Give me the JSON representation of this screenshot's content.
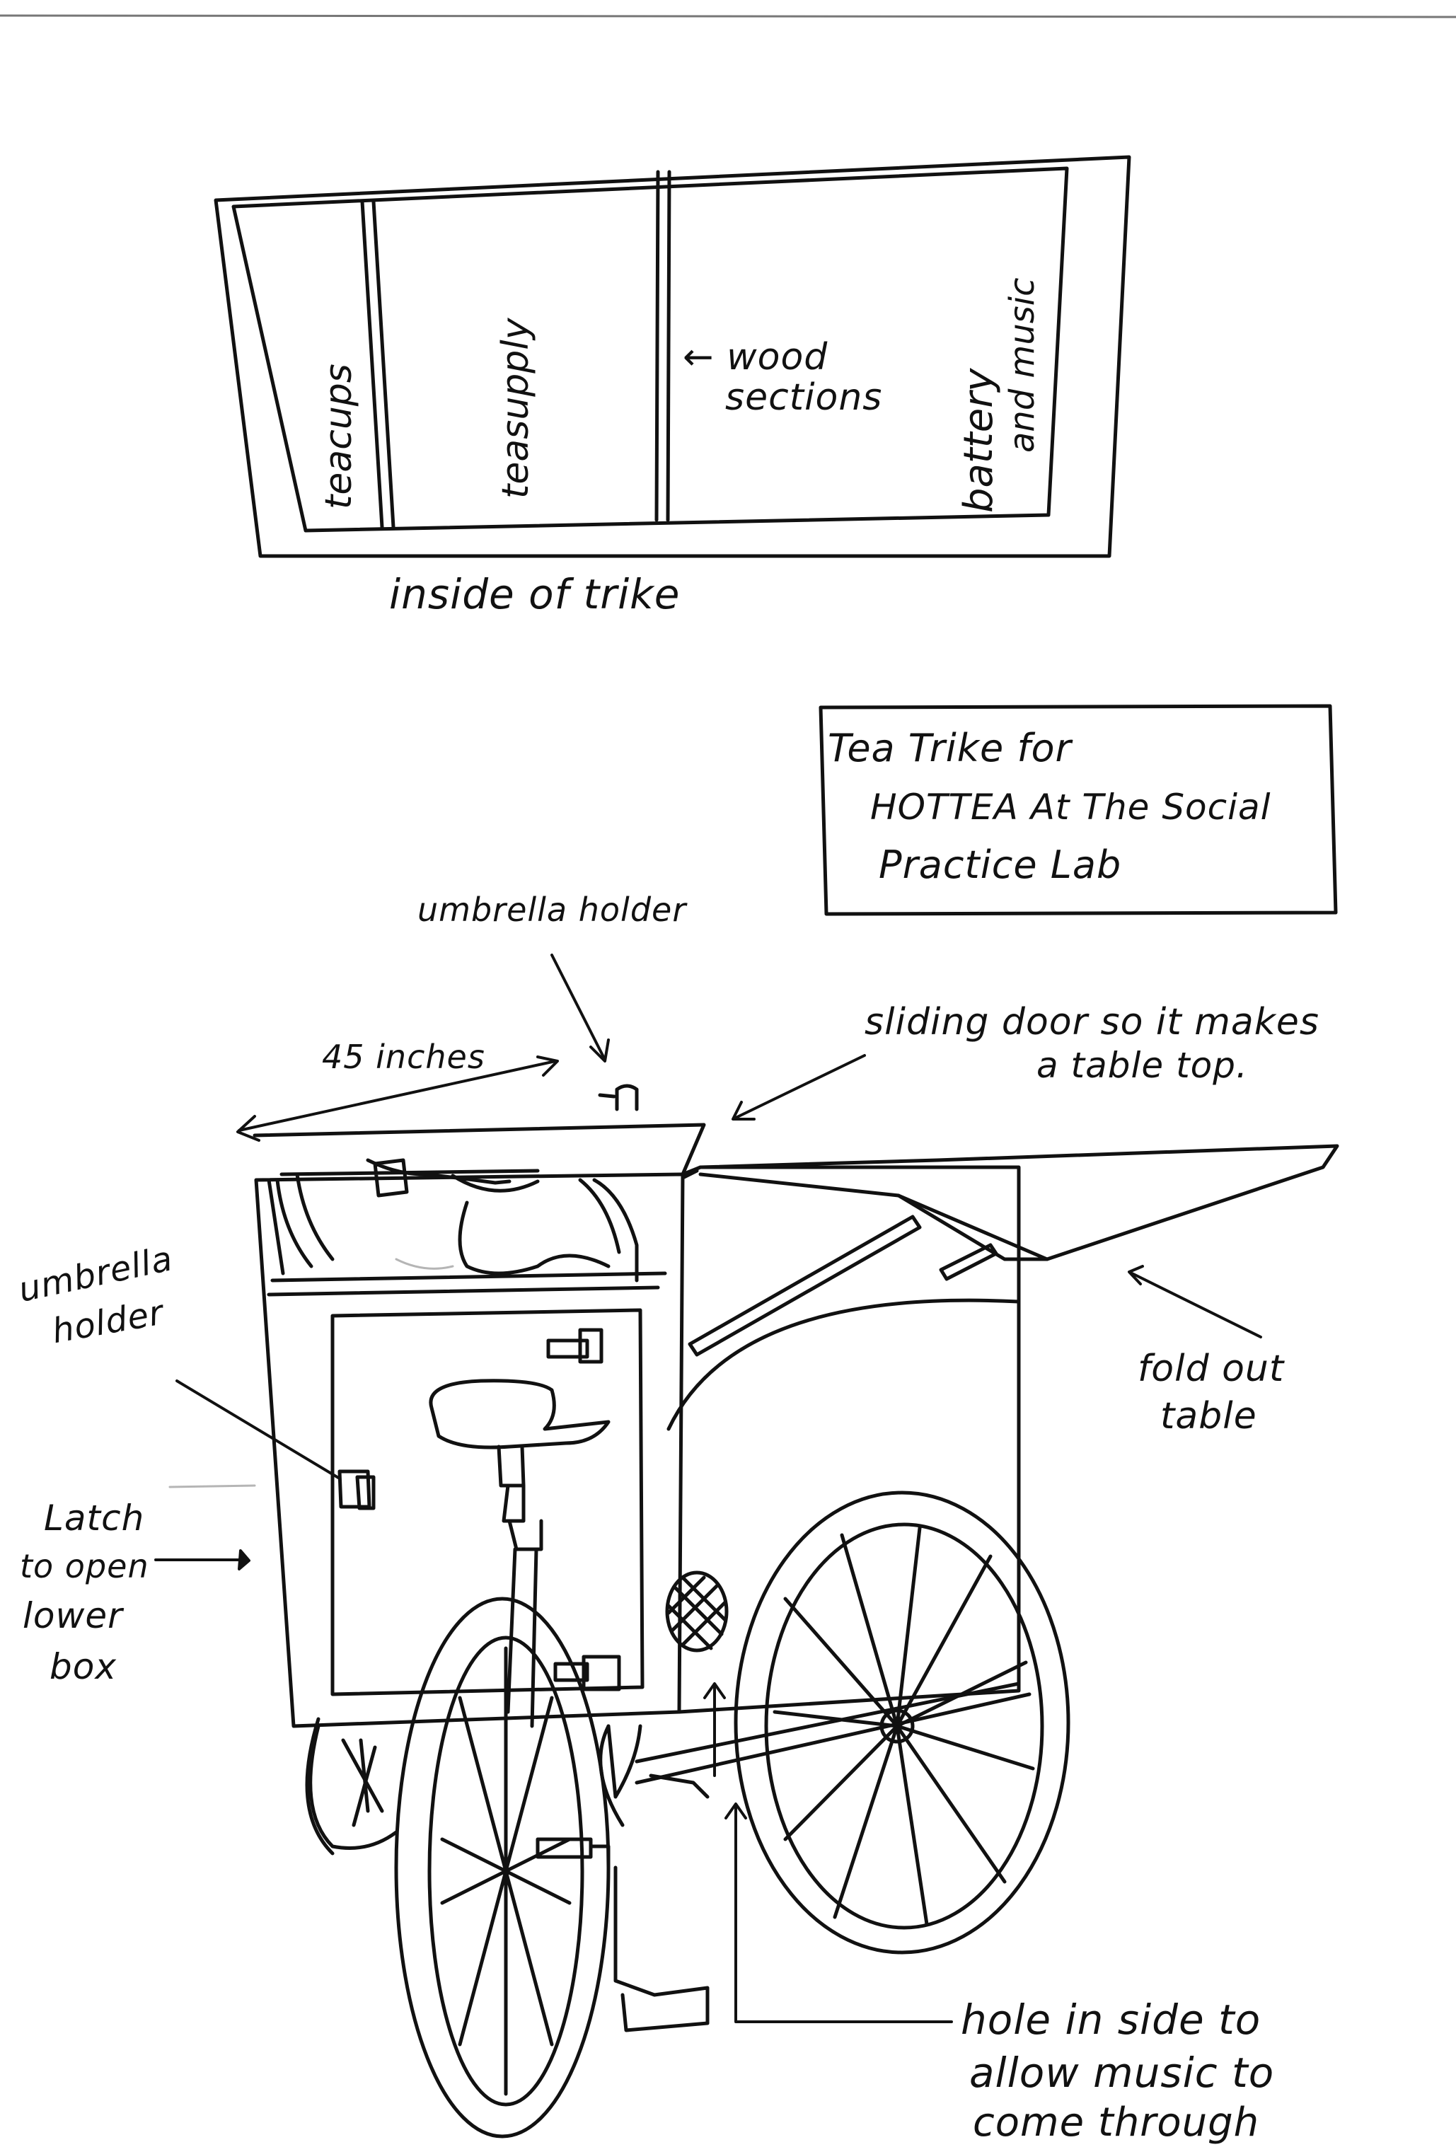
{
  "box_diagram": {
    "sections": {
      "teacups": "teacups",
      "teasupply": "teasupply",
      "battery": "battery",
      "and_music": "and music"
    },
    "wood_note_line1": "← wood",
    "wood_note_line2": "sections",
    "caption": "inside of trike"
  },
  "title_box": {
    "line1": "Tea Trike for",
    "line2": "HOTTEA At The Social",
    "line3": "Practice Lab"
  },
  "annotations": {
    "umbrella_holder_top": "umbrella holder",
    "dimension": "45 inches",
    "sliding_door_line1": "sliding door so it makes",
    "sliding_door_line2": "a table top.",
    "umbrella_holder_side_line1": "umbrella",
    "umbrella_holder_side_line2": "holder",
    "latch_line1": "Latch",
    "latch_line2": "to open",
    "latch_line3": "lower",
    "latch_line4": "box",
    "fold_out_line1": "fold out",
    "fold_out_line2": "table",
    "hole_line1": "hole in side to",
    "hole_line2": "allow music to",
    "hole_line3": "come through"
  },
  "colors": {
    "ink": "#111111",
    "pencil": "#b5b5b5",
    "blue_wash": "#dbe9f2"
  }
}
